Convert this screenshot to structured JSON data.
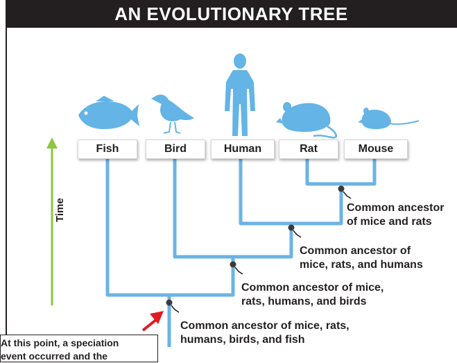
{
  "title": "AN EVOLUTIONARY TREE",
  "taxa": [
    "Fish",
    "Bird",
    "Human",
    "Rat",
    "Mouse"
  ],
  "axis_label": "Time",
  "ancestors": [
    {
      "line1": "Common ancestor",
      "line2": "of mice and rats"
    },
    {
      "line1": "Common ancestor of",
      "line2": "mice, rats, and humans"
    },
    {
      "line1": "Common ancestor of mice,",
      "line2": "rats, humans, and birds"
    },
    {
      "line1": "Common ancestor of mice, rats,",
      "line2": "humans, birds, and fish"
    }
  ],
  "note": {
    "line1": "At this point, a speciation",
    "line2": "event occurred and the"
  },
  "colors": {
    "branch": "#6cb4e4",
    "silhouette": "#64b4e6",
    "time_arrow": "#8dc63f",
    "pointer_arrow": "#e21b23",
    "title_bg": "#231f20"
  },
  "icons": [
    "fish-silhouette-icon",
    "bird-silhouette-icon",
    "human-silhouette-icon",
    "rat-silhouette-icon",
    "mouse-silhouette-icon"
  ]
}
